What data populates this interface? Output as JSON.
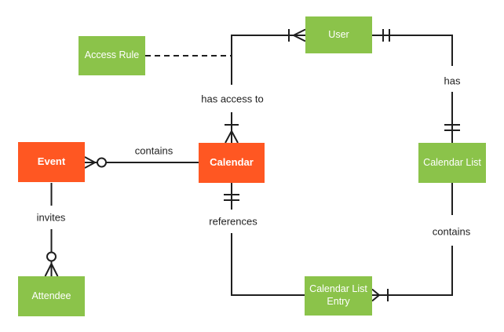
{
  "diagram": {
    "notation": "crows-foot-er-diagram",
    "entities": {
      "access_rule": {
        "label": "Access Rule",
        "color": "green"
      },
      "user": {
        "label": "User",
        "color": "green"
      },
      "event": {
        "label": "Event",
        "color": "orange"
      },
      "calendar": {
        "label": "Calendar",
        "color": "orange"
      },
      "calendar_list": {
        "label": "Calendar List",
        "color": "green"
      },
      "attendee": {
        "label": "Attendee",
        "color": "green"
      },
      "calendar_list_entry": {
        "label": "Calendar List Entry",
        "color": "green"
      }
    },
    "relationships": {
      "event_contains": {
        "label": "contains",
        "from": "Event",
        "to": "Calendar"
      },
      "has_access_to": {
        "label": "has access to",
        "from": "User",
        "to": "Calendar"
      },
      "user_has": {
        "label": "has",
        "from": "User",
        "to": "Calendar List"
      },
      "event_invites": {
        "label": "invites",
        "from": "Event",
        "to": "Attendee"
      },
      "calendar_references": {
        "label": "references",
        "from": "Calendar",
        "to": "Calendar List Entry"
      },
      "list_contains": {
        "label": "contains",
        "from": "Calendar List",
        "to": "Calendar List Entry"
      },
      "access_rule_link": {
        "label": "",
        "from": "Access Rule",
        "to": "has access to relationship",
        "style": "dashed"
      }
    },
    "colors": {
      "entity_green": "#8BC34A",
      "entity_orange": "#FF5722",
      "entity_text": "#FFFFFF",
      "connector_line": "#1F1F1F",
      "relationship_text": "#212121",
      "canvas_bg": "#FFFFFF"
    }
  }
}
